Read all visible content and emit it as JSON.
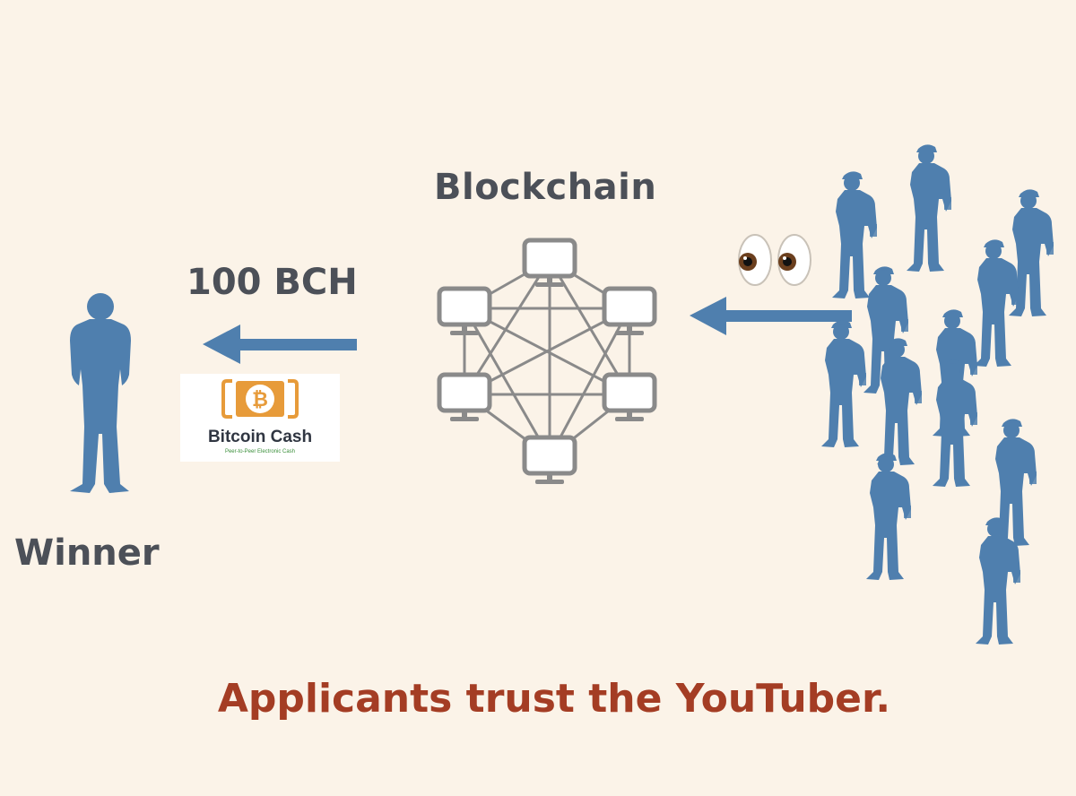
{
  "labels": {
    "blockchain": "Blockchain",
    "amount": "100 BCH",
    "winner": "Winner",
    "caption": "Applicants trust the YouTuber."
  },
  "logo": {
    "name": "Bitcoin Cash",
    "tagline": "Peer-to-Peer Electronic Cash",
    "icon": "bitcoin-cash-icon"
  },
  "colors": {
    "background": "#fbf3e8",
    "figure": "#4f7fae",
    "arrow": "#4f7fae",
    "label": "#4c5058",
    "caption": "#a43d24",
    "network": "#8a8a8a",
    "bch_orange": "#e79b3a"
  },
  "icons": {
    "eyes": "eyes-emoji",
    "network": "computer-network-icon",
    "person": "person-silhouette"
  }
}
